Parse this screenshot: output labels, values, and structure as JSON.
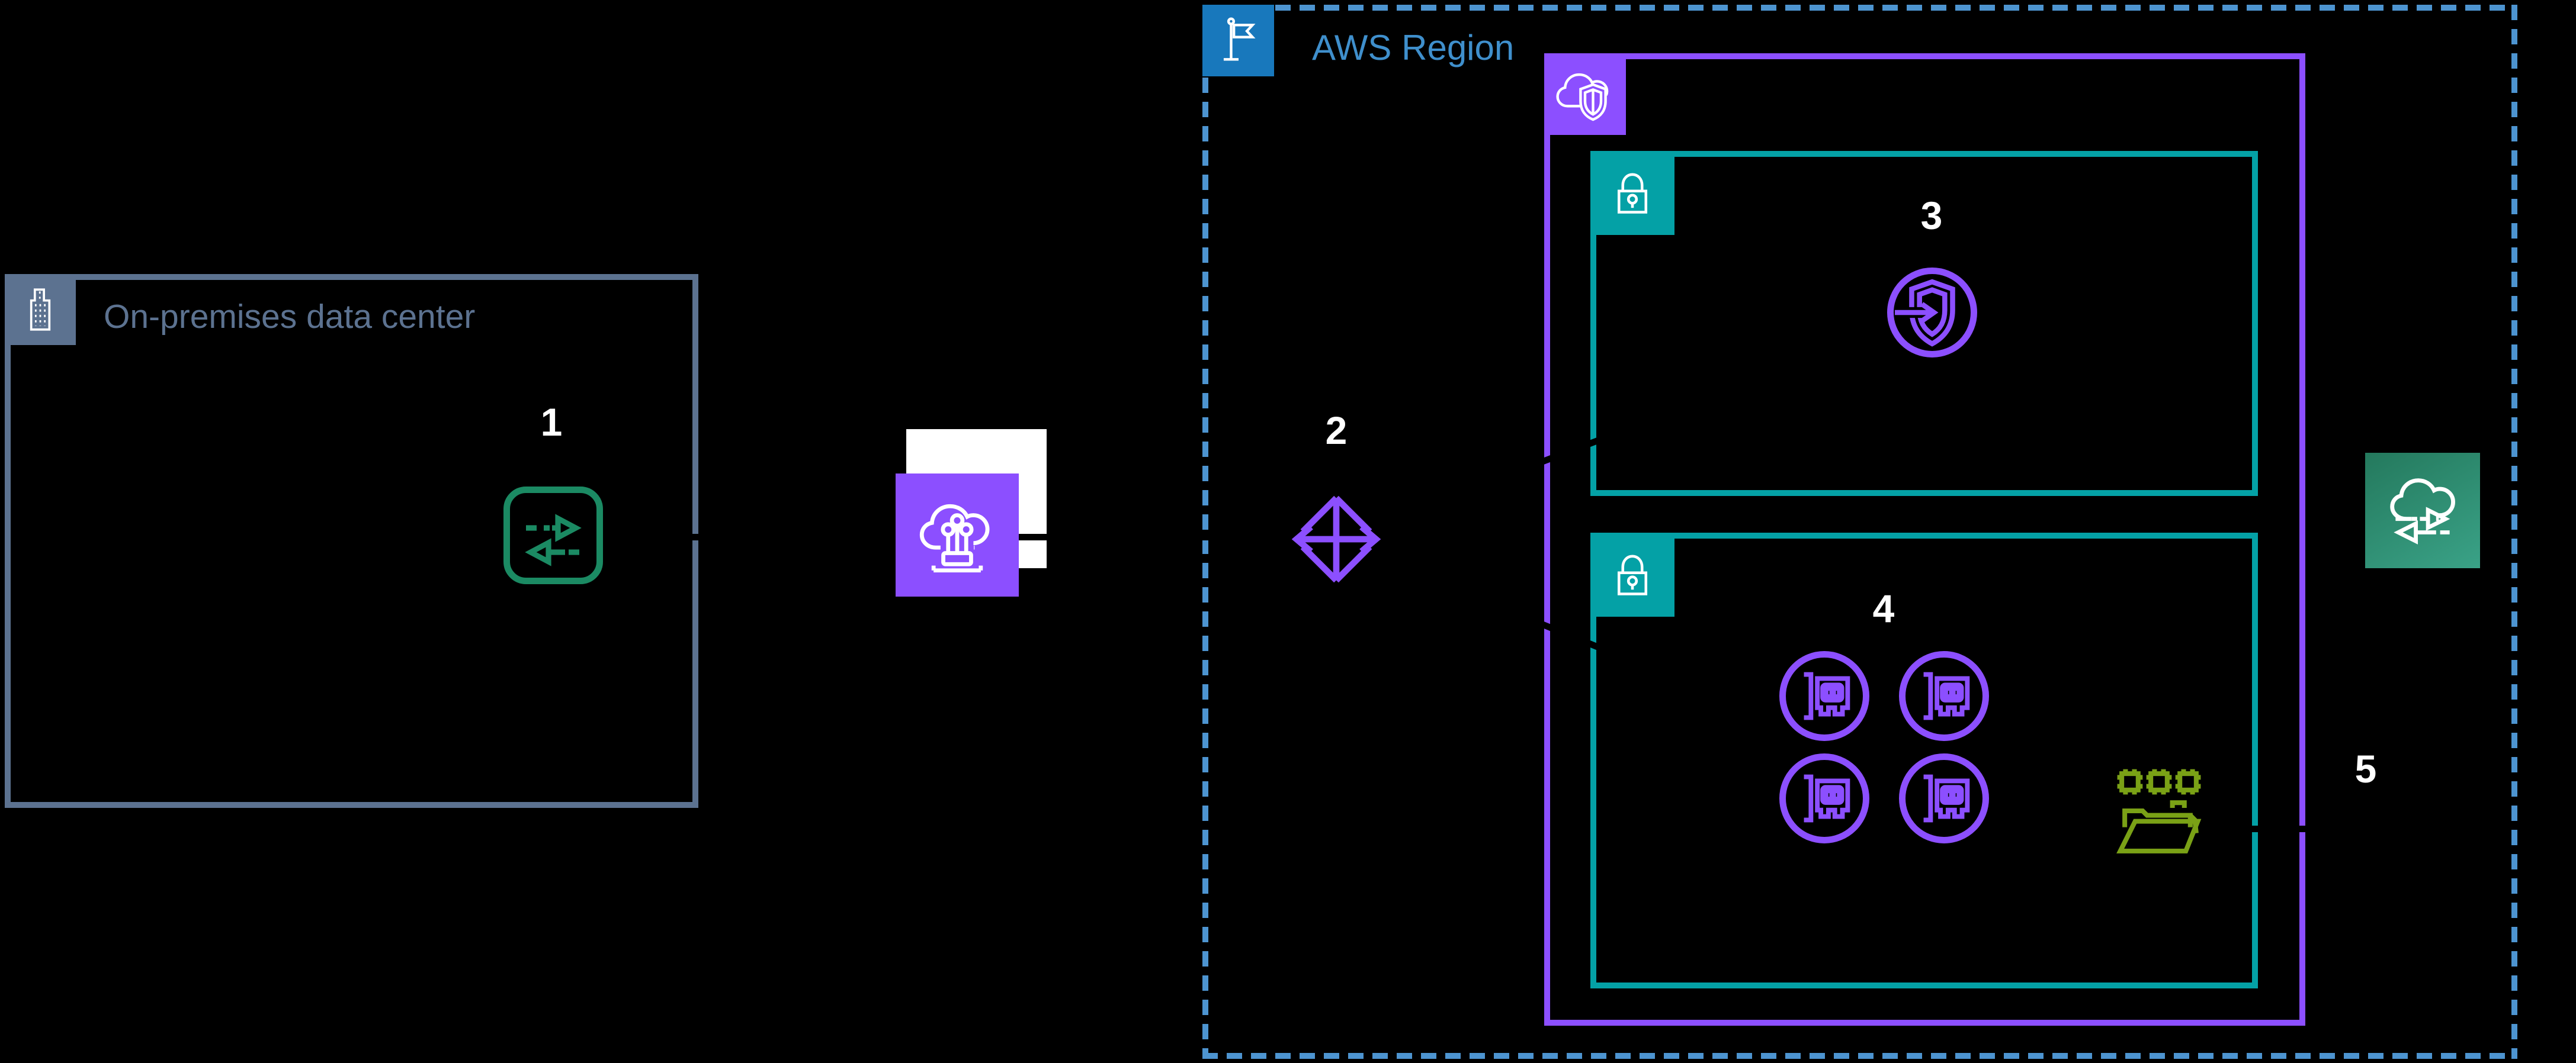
{
  "onprem": {
    "title": "On-premises data center",
    "border_color": "#5C7290"
  },
  "region": {
    "label": "AWS Region",
    "dash_color": "#4D94D0",
    "flag_bg": "#1878BC",
    "label_color": "#3F8FCC"
  },
  "vpc": {
    "border_color": "#8C4FFF",
    "icon": "cloud-shield-vpc-icon"
  },
  "subnets": [
    {
      "position": "top",
      "border_color": "#04A1A6",
      "icon": "padlock-icon"
    },
    {
      "position": "bottom",
      "border_color": "#04A1A6",
      "icon": "padlock-icon"
    }
  ],
  "steps": [
    {
      "number": "1",
      "icon": "two-way-arrows-icon",
      "icon_color": "#1B8A63"
    },
    {
      "number": "2",
      "icon": "transit-gateway-icon",
      "icon_color": "#8C4FFF"
    },
    {
      "number": "3",
      "icon": "shield-ingress-arrow-icon",
      "icon_color": "#8C4FFF"
    },
    {
      "number": "4",
      "icon": "network-interface-icon",
      "icon_color": "#8C4FFF",
      "instance_count": 4
    },
    {
      "number": "5",
      "icon": "cloud-data-transfer-icon",
      "icon_gradient": [
        "#24795D",
        "#3AA287"
      ]
    }
  ],
  "other_icons": {
    "building": "building-icon",
    "direct_connect": "cloud-fiber-direct-connect-icon",
    "flag": "flag-icon",
    "folder": "folder-with-chips-icon",
    "folder_color": "#7AA116"
  },
  "colors": {
    "background": "#000000",
    "connector": "#000000",
    "white": "#FFFFFF"
  }
}
